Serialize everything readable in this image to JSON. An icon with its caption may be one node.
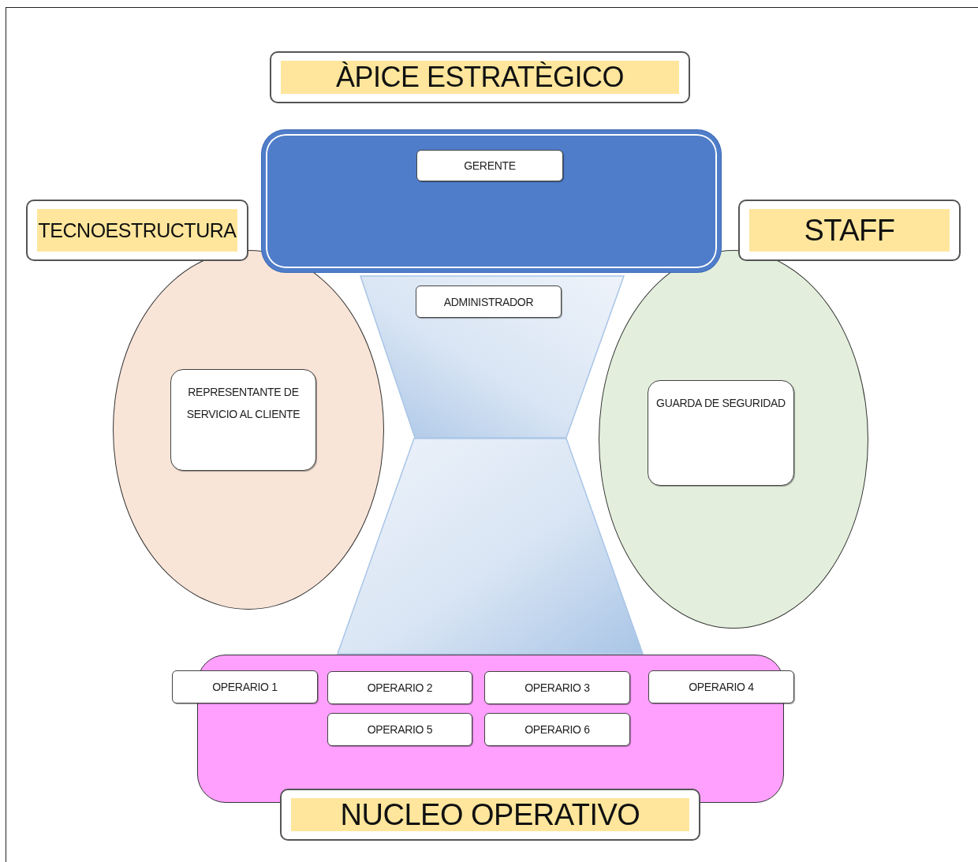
{
  "diagram": {
    "nodes": [
      {
        "text": [
          "ÀPICE ESTRATÈGICO"
        ]
      },
      {
        "text": [],
        "shape": "box"
      },
      {
        "text": [
          "GERENTE"
        ],
        "in": 1
      },
      {
        "text": [
          "TECNOESTRUCTURA"
        ]
      },
      {
        "text": [
          "STAFF"
        ]
      },
      {
        "text": [],
        "shape": "ellipse"
      },
      {
        "text": [
          "REPRESENTANTE DE SERVICIO AL CLIENTE"
        ],
        "in": 5
      },
      {
        "text": [],
        "shape": "trapezoid"
      },
      {
        "text": [
          "ADMINISTRADOR"
        ],
        "in": 7
      },
      {
        "text": [],
        "shape": "ellipse"
      },
      {
        "text": [
          "GUARDA DE SEGURIDAD"
        ],
        "in": 9
      },
      {
        "text": [],
        "shape": "trapezoid"
      },
      {
        "text": [],
        "shape": "box"
      },
      {
        "text": [
          "OPERARIO 1"
        ]
      },
      {
        "text": [
          "OPERARIO 2"
        ],
        "in": 12
      },
      {
        "text": [
          "OPERARIO 3"
        ],
        "in": 12
      },
      {
        "text": [
          "OPERARIO 4"
        ]
      },
      {
        "text": [
          "OPERARIO 5"
        ],
        "in": 12
      },
      {
        "text": [
          "OPERARIO 6"
        ],
        "in": 12
      },
      {
        "text": [
          "NUCLEO OPERATIVO"
        ]
      }
    ]
  }
}
